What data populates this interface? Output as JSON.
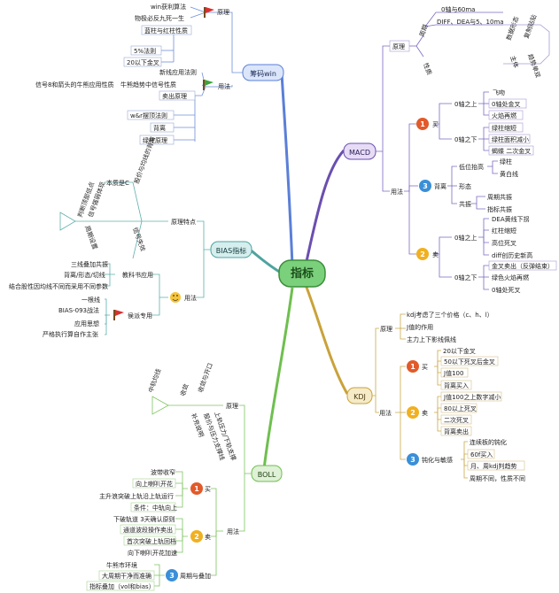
{
  "center": {
    "label": "指标",
    "color": "#7bd07b"
  },
  "branches": {
    "chouma": {
      "label": "筹码win",
      "items": {
        "win_suanfa": "win获利算法",
        "wuji_fan": "物极必反九死一生",
        "yuanli": "原理",
        "lanzhu": "蓝柱与红柱性质",
        "fa5": "5%法则",
        "yixia20": "20以下金叉",
        "yongfa": "用法",
        "xinxian": "新线应用法则",
        "xinhao8": "信号8和箭头的牛熊应用性质",
        "niuxiong": "牛熊趋势中信号性质",
        "maichu": "卖出原理",
        "wr": "w&r摆顶法则",
        "beili": "背离",
        "lvzhu": "绿柱原理"
      }
    },
    "macd": {
      "label": "MACD",
      "yuanli": "原理",
      "yuanli_items": {
        "zhouxian": "0轴与60ma",
        "diff": "DIFF、DEA与5、10ma",
        "zhouqi": "周期",
        "xingzhi": "性质",
        "shuju": "数据形态",
        "fuzhi": "复制粘贴",
        "zhuti": "主体",
        "qushi": "趋势单双"
      },
      "yongfa": "用法",
      "mai": "买",
      "mai_items": {
        "zhou0_up": "0轴之上",
        "feiwen": "飞吻",
        "jincha": "0轴处金叉",
        "huoyan": "火焰再燃",
        "zhou0_down": "0轴之下",
        "lvzhu_suo": "绿柱缩短",
        "lvzhu_mianji": "绿柱面积减小",
        "xiezi": "蝎蝶 二次金叉"
      },
      "beili": "背离",
      "beili_items": {
        "dijia": "低位抬高",
        "lvzhu": "绿柱",
        "huangbai": "黄白线",
        "xingtai": "形态",
        "gongzhen": "共振",
        "zhouqi_gz": "周期共振",
        "zhibiao_gz": "指标共振"
      },
      "maichu": "卖",
      "maichu_items": {
        "dea_huang": "DEA黄线下拐",
        "zhou0_up": "0轴之上",
        "hongzhu": "红柱缩短",
        "gaowei": "高位死叉",
        "diff_xin": "diff创历史新高",
        "zhou0_down": "0轴之下",
        "jinchamai": "金叉卖出（反弹结束）",
        "lvse": "绿色火焰再燃",
        "sicha": "0轴处死叉"
      }
    },
    "bias": {
      "label": "BIAS指标",
      "yuanli": "原理特点",
      "yuanli_items": {
        "benzhi": "本质是C",
        "guoqi": "股价与均线的背离",
        "panduan": "判断顶部低点",
        "xinhao": "信号强弱体现",
        "zhouqi": "周期设置",
        "xinhao2": "信号失效"
      },
      "yongfa": "用法",
      "yongfa_items": {
        "sanxian": "三线叠加共振",
        "beili": "背离/形态/切线",
        "jiaoke": "教科书应用",
        "jiehe": "结合股性因均线不同而采用不同参数",
        "yigenxian": "一根线",
        "bias093": "BIAS-093战法",
        "houpai": "侯派专用",
        "yingyong": "应用思想",
        "yange": "严格执行算自作主张"
      }
    },
    "kdj": {
      "label": "KDJ",
      "yuanli": "原理",
      "yuanli_items": {
        "kdj_kaolv": "kdj考虑了三个价格（c、h、l）",
        "j_zuoyong": "J值的作用",
        "zhushang": "主力上下影线佩线"
      },
      "yongfa": "用法",
      "mai": "买",
      "mai_items": {
        "jincha20": "20以下金叉",
        "jincha50": "50以下死叉后金叉",
        "j100": "J值100",
        "beili": "背离买入"
      },
      "maichu": "卖",
      "maichu_items": {
        "j100_2": "J值100之上数字减小",
        "sicha80": "80以上死叉",
        "ercisi": "二次死叉",
        "beili": "背离卖出"
      },
      "dunhua": "钝化与敏感",
      "dunhua_items": {
        "liansheng": "连续板的钝化",
        "fen60": "60f买入",
        "yuezhou": "月、周kdj判趋势",
        "zhouqi_bt": "周期不同，性质不同"
      }
    },
    "boll": {
      "label": "BOLL",
      "yuanli": "原理",
      "yuanli_items": {
        "zhongxian": "中轨均线",
        "shoulian": "收敛",
        "kaikou": "收敛与开口",
        "gujia": "股价与压力支撑线",
        "shangxia": "上轨压力/下轨支撑",
        "buchong": "补充说明"
      },
      "yongfa": "用法",
      "mai": "买",
      "mai_items": {
        "bodong": "波带收窄",
        "xiangshang": "向上喇叭开花",
        "zhushang": "主升浪突破上轨沿上轨运行",
        "tiaojian": "条件：中轨向上"
      },
      "maichu": "卖",
      "maichu_items": {
        "xiapo": "下破轨道 3天确认原则",
        "tongdao": "通道波段操作卖出",
        "shouci": "首次突破上轨回档",
        "xiangxia": "向下喇叭开花加速"
      },
      "zhouqi": "周期与叠加",
      "zhouqi_items": {
        "niushi": "牛熊市环境",
        "daqian": "大周期干净而准确",
        "zhibiao": "指标叠加（vol和bias）"
      }
    }
  }
}
